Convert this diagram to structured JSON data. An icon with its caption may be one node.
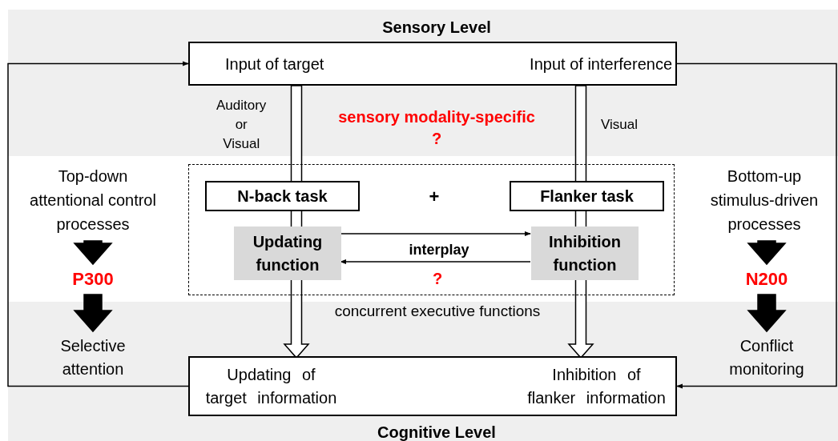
{
  "diagram": {
    "nodes": [
      {
        "text": [
          "Input of target",
          "Input of interference"
        ]
      },
      {
        "text": [],
        "shape": "box"
      },
      {
        "text": [
          "N-back task"
        ],
        "in": 1
      },
      {
        "text": [
          "Flanker task"
        ],
        "in": 1
      },
      {
        "text": [
          "Updating function"
        ],
        "in": 1
      },
      {
        "text": [
          "Inhibition function"
        ],
        "in": 1
      },
      {
        "text": [
          "Updating of target information",
          "Inhibition of flanker information"
        ]
      },
      {
        "text": [
          "Top-down attentional control processes"
        ]
      },
      {
        "text": [
          "P300"
        ]
      },
      {
        "text": [
          "Selective attention"
        ]
      },
      {
        "text": [
          "Bottom-up stimulus-driven processes"
        ]
      },
      {
        "text": [
          "N200"
        ]
      },
      {
        "text": [
          "Conflict monitoring"
        ]
      }
    ],
    "edges": [
      {
        "from": 0,
        "to": 2,
        "arrow": "none",
        "style": "thick",
        "label": "Auditory or Visual"
      },
      {
        "from": 2,
        "to": 4,
        "arrow": "none",
        "style": "thick"
      },
      {
        "from": 4,
        "to": 6,
        "arrow": "to",
        "style": "thick"
      },
      {
        "from": 0,
        "to": 3,
        "arrow": "none",
        "style": "thick",
        "label": "Visual"
      },
      {
        "from": 3,
        "to": 5,
        "arrow": "none",
        "style": "thick"
      },
      {
        "from": 5,
        "to": 6,
        "arrow": "to",
        "style": "thick"
      },
      {
        "from": 4,
        "to": 5,
        "arrow": "to"
      },
      {
        "from": 5,
        "to": 4,
        "arrow": "to"
      },
      {
        "from": 7,
        "to": 8,
        "arrow": "to",
        "style": "thick"
      },
      {
        "from": 8,
        "to": 9,
        "arrow": "to",
        "style": "thick"
      },
      {
        "from": 10,
        "to": 11,
        "arrow": "to",
        "style": "thick"
      },
      {
        "from": 11,
        "to": 12,
        "arrow": "to",
        "style": "thick"
      },
      {
        "from": 6,
        "to": 0,
        "arrow": "to"
      },
      {
        "from": 0,
        "to": 6,
        "arrow": "to"
      }
    ],
    "labels": [
      "Sensory Level",
      "sensory modality-specific",
      "?",
      "+",
      "interplay",
      "?",
      "concurrent executive functions",
      "Cognitive Level"
    ]
  }
}
